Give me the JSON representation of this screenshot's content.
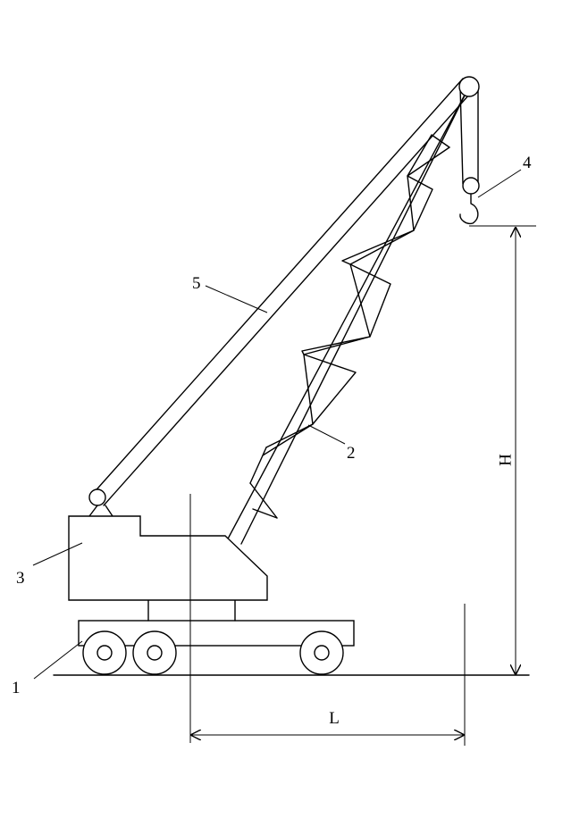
{
  "labels": {
    "chassis": "1",
    "lattice_boom": "2",
    "cab": "3",
    "hook": "4",
    "luffing_rope": "5"
  },
  "dimensions": {
    "height": "H",
    "length": "L"
  }
}
